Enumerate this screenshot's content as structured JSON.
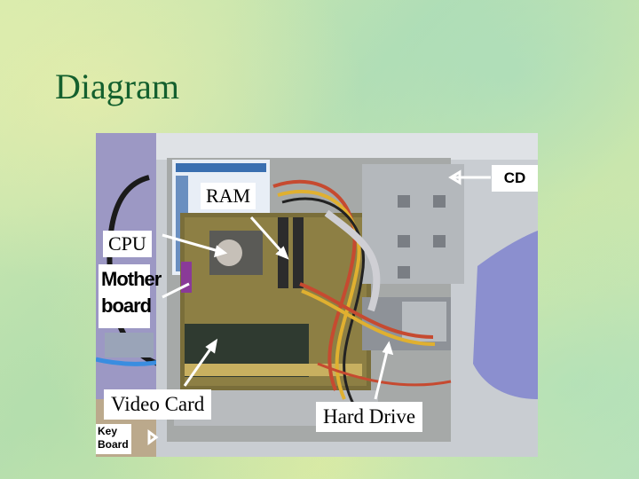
{
  "slide": {
    "title": "Diagram"
  },
  "labels": {
    "ram": "RAM",
    "cpu": "CPU",
    "motherboard_line1": "Mother",
    "motherboard_line2": "board",
    "video_card": "Video Card",
    "hard_drive": "Hard Drive",
    "cd": "CD",
    "keyboard_line1": "Key",
    "keyboard_line2": "Board"
  }
}
